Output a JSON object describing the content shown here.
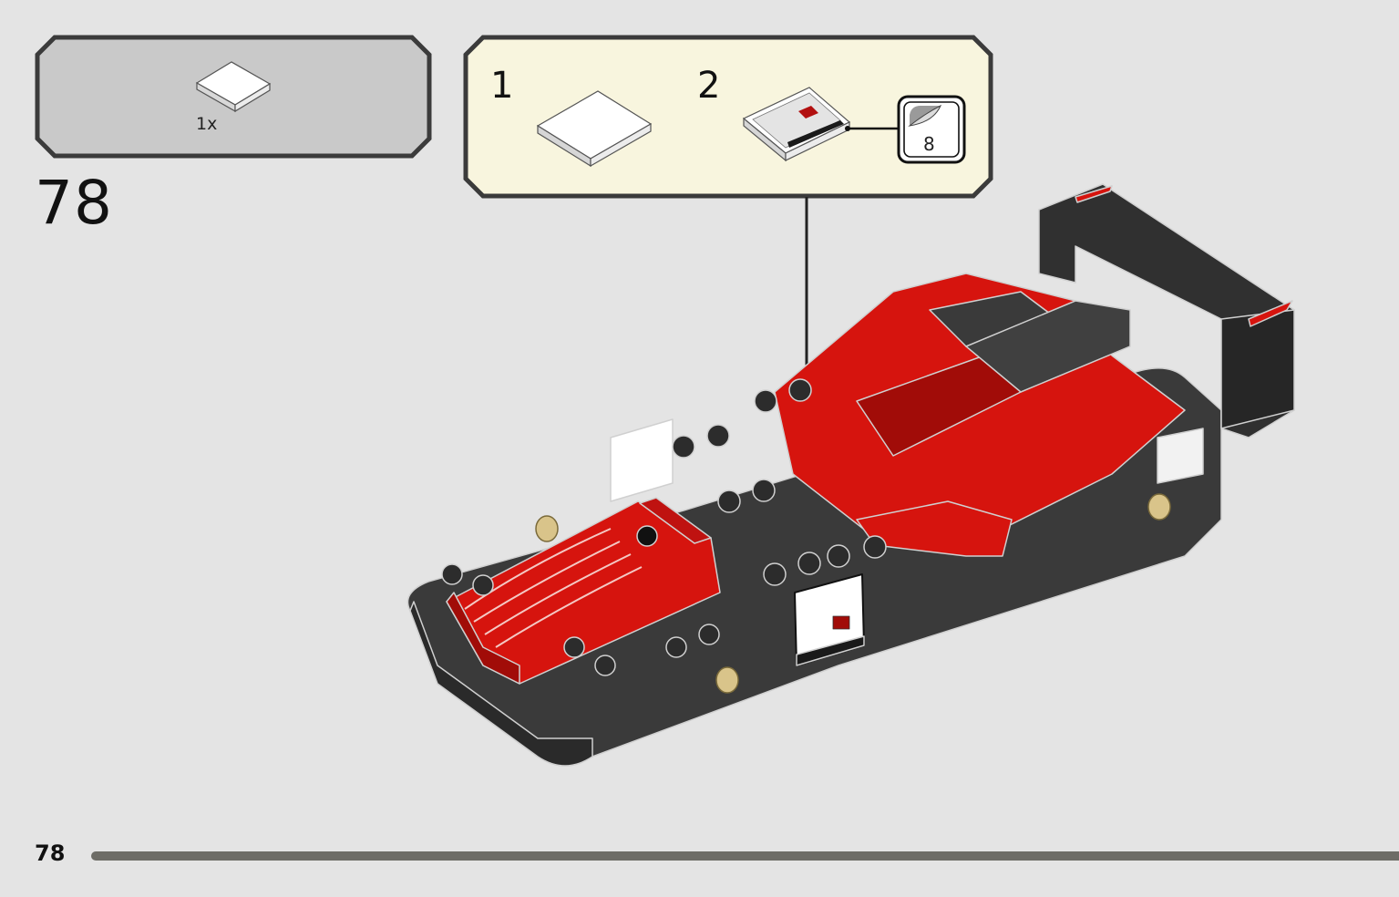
{
  "step": {
    "number": "78",
    "parts": [
      {
        "quantity": "1x",
        "part": "white-tile-2x2-icon"
      }
    ],
    "substeps": [
      {
        "number": "1"
      },
      {
        "number": "2"
      }
    ],
    "sticker": {
      "number": "8"
    }
  },
  "page": {
    "number": "78"
  },
  "colors": {
    "background": "#e4e4e4",
    "parts_panel": "#c9c9c9",
    "substep_panel": "#f8f5de",
    "brick_red": "#d6140e",
    "brick_dark": "#3a3a3a",
    "page_bar": "#6d6c66"
  }
}
